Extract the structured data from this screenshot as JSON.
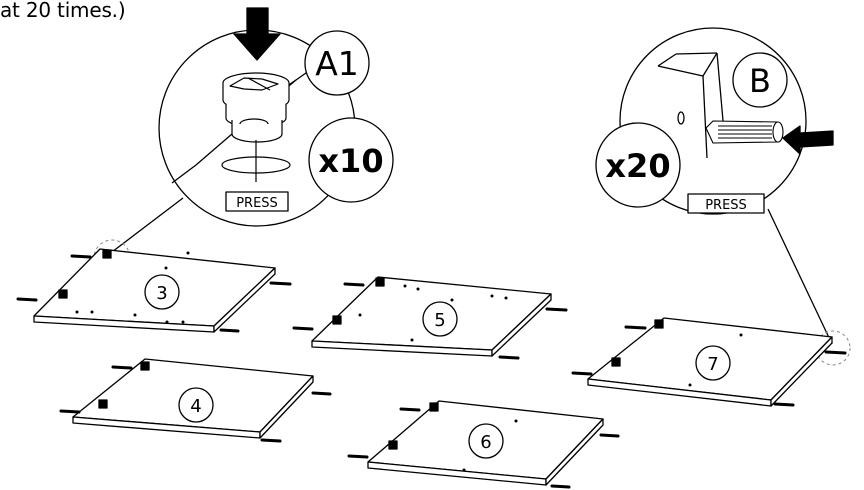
{
  "caption": "at 20 times.)",
  "left_detail": {
    "part_label": "A1",
    "quantity": "x10",
    "action": "PRESS"
  },
  "right_detail": {
    "part_label": "B",
    "quantity": "x20",
    "action": "PRESS"
  },
  "panels": [
    {
      "number": "3"
    },
    {
      "number": "4"
    },
    {
      "number": "5"
    },
    {
      "number": "6"
    },
    {
      "number": "7"
    }
  ],
  "colors": {
    "ink": "#000000",
    "paper": "#ffffff",
    "hidden_line": "#888888"
  }
}
